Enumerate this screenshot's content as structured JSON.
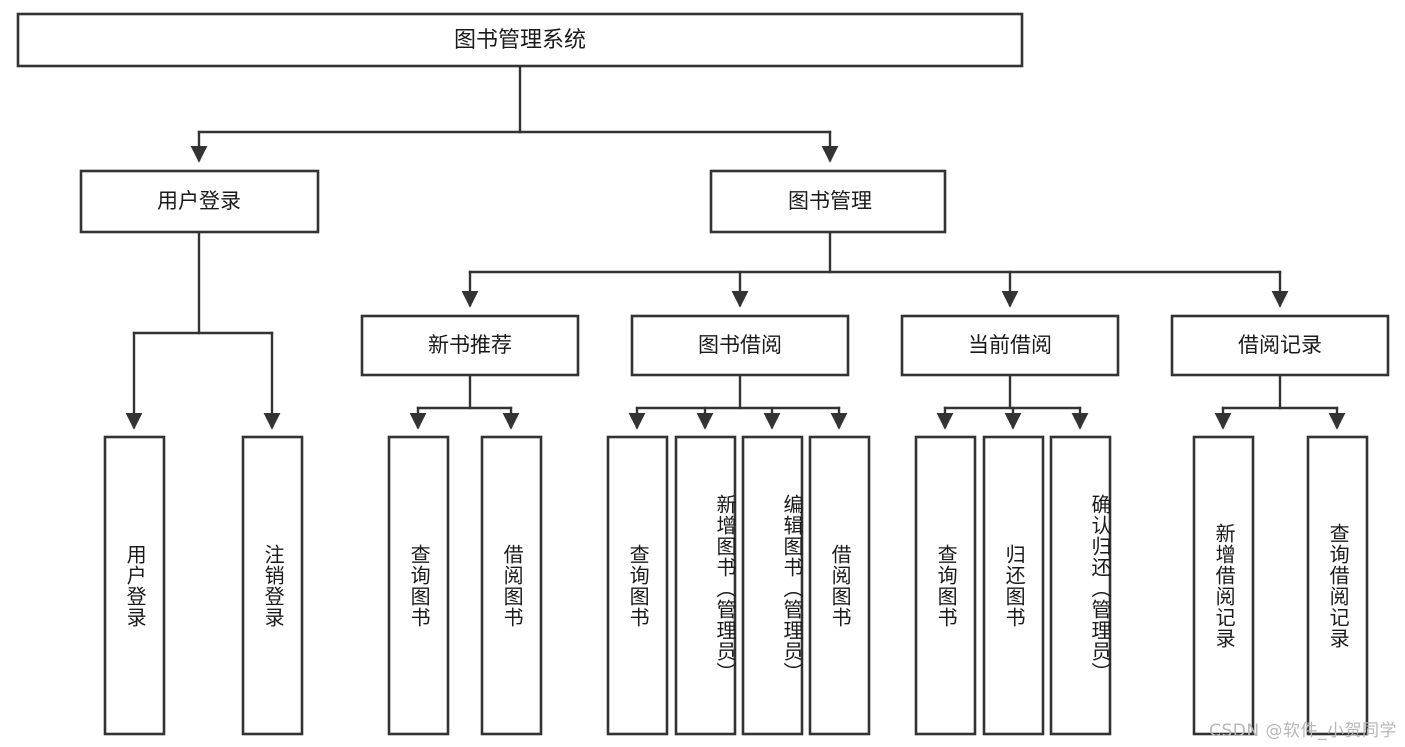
{
  "diagram": {
    "type": "tree-hierarchy",
    "title": "图书管理系统",
    "orientation": "top-down",
    "background_color": "#ffffff",
    "line_color": "#333333",
    "box_fill": "#ffffff",
    "text_color": "#1a1a1a",
    "root": {
      "label": "图书管理系统"
    },
    "level2": [
      {
        "label": "用户登录"
      },
      {
        "label": "图书管理"
      }
    ],
    "level3": [
      {
        "label": "新书推荐"
      },
      {
        "label": "图书借阅"
      },
      {
        "label": "当前借阅"
      },
      {
        "label": "借阅记录"
      }
    ],
    "leaves": {
      "user_login": [
        {
          "label": "用户登录"
        },
        {
          "label": "注销登录"
        }
      ],
      "new_book_recommend": [
        {
          "label": "查询图书"
        },
        {
          "label": "借阅图书"
        }
      ],
      "book_borrow": [
        {
          "label": "查询图书"
        },
        {
          "label": "新增图书（管理员）"
        },
        {
          "label": "编辑图书（管理员）"
        },
        {
          "label": "借阅图书"
        }
      ],
      "current_borrow": [
        {
          "label": "查询图书"
        },
        {
          "label": "归还图书"
        },
        {
          "label": "确认归还（管理员）"
        }
      ],
      "borrow_record": [
        {
          "label": "新增借阅记录"
        },
        {
          "label": "查询借阅记录"
        }
      ]
    }
  },
  "watermark": {
    "text": "CSDN @软件_小贺同学"
  }
}
